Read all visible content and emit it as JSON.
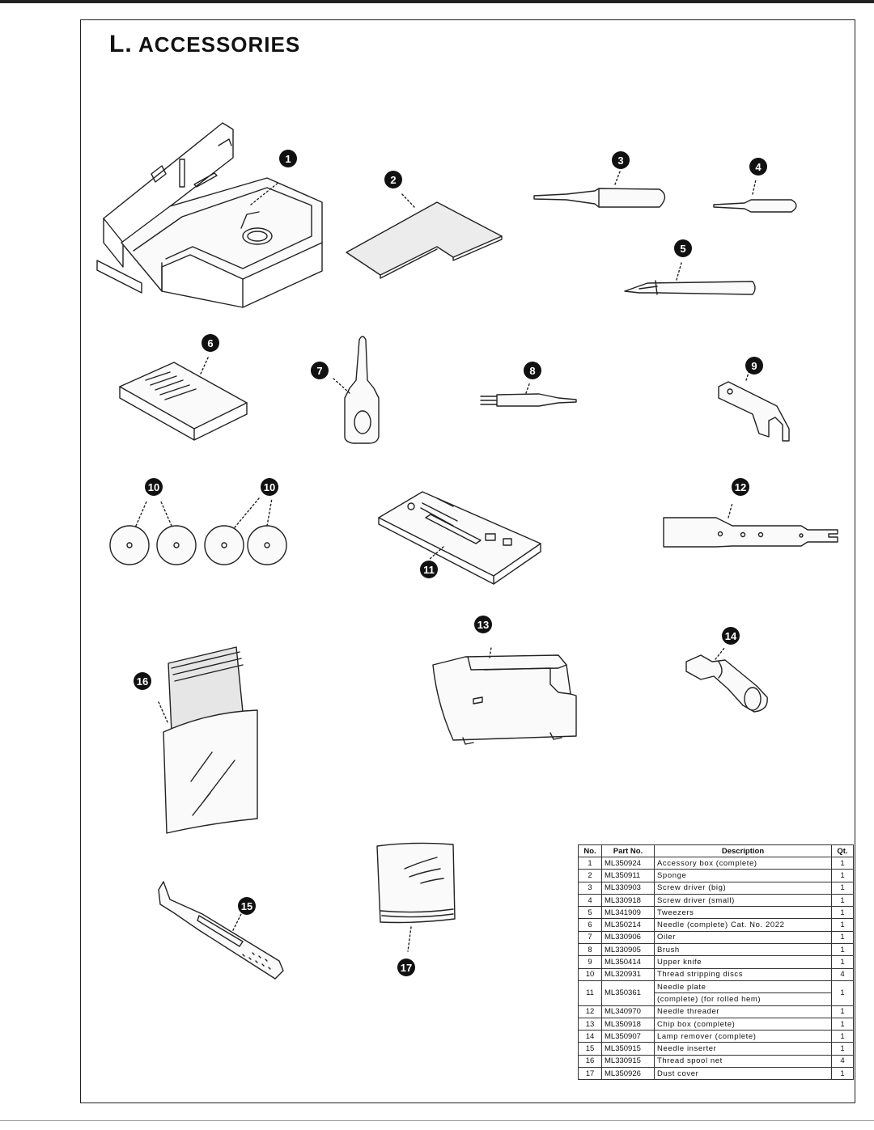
{
  "page": {
    "title_letter": "L.",
    "title_text": "ACCESSORIES"
  },
  "callouts": [
    "1",
    "2",
    "3",
    "4",
    "5",
    "6",
    "7",
    "8",
    "9",
    "10",
    "10",
    "11",
    "12",
    "13",
    "14",
    "15",
    "16",
    "17"
  ],
  "table": {
    "headers": [
      "No.",
      "Part No.",
      "Description",
      "Qt."
    ],
    "rows": [
      {
        "no": "1",
        "part": "ML350924",
        "desc": "Accessory box (complete)",
        "qt": "1"
      },
      {
        "no": "2",
        "part": "ML350911",
        "desc": "Sponge",
        "qt": "1"
      },
      {
        "no": "3",
        "part": "ML330903",
        "desc": "Screw driver (big)",
        "qt": "1"
      },
      {
        "no": "4",
        "part": "ML330918",
        "desc": "Screw driver (small)",
        "qt": "1"
      },
      {
        "no": "5",
        "part": "ML341909",
        "desc": "Tweezers",
        "qt": "1"
      },
      {
        "no": "6",
        "part": "ML350214",
        "desc": "Needle (complete) Cat. No. 2022",
        "qt": "1"
      },
      {
        "no": "7",
        "part": "ML330906",
        "desc": "Oiler",
        "qt": "1"
      },
      {
        "no": "8",
        "part": "ML330905",
        "desc": "Brush",
        "qt": "1"
      },
      {
        "no": "9",
        "part": "ML350414",
        "desc": "Upper knife",
        "qt": "1"
      },
      {
        "no": "10",
        "part": "ML320931",
        "desc": "Thread stripping discs",
        "qt": "4"
      },
      {
        "no": "11",
        "part": "ML350361",
        "desc": "Needle plate",
        "desc2": "(complete) (for rolled hem)",
        "qt": "1"
      },
      {
        "no": "12",
        "part": "ML340970",
        "desc": "Needle threader",
        "qt": "1"
      },
      {
        "no": "13",
        "part": "ML350918",
        "desc": "Chip box (complete)",
        "qt": "1"
      },
      {
        "no": "14",
        "part": "ML350907",
        "desc": "Lamp remover (complete)",
        "qt": "1"
      },
      {
        "no": "15",
        "part": "ML350915",
        "desc": "Needle inserter",
        "qt": "1"
      },
      {
        "no": "16",
        "part": "ML330915",
        "desc": "Thread spool net",
        "qt": "4"
      },
      {
        "no": "17",
        "part": "ML350926",
        "desc": "Dust cover",
        "qt": "1"
      }
    ]
  }
}
